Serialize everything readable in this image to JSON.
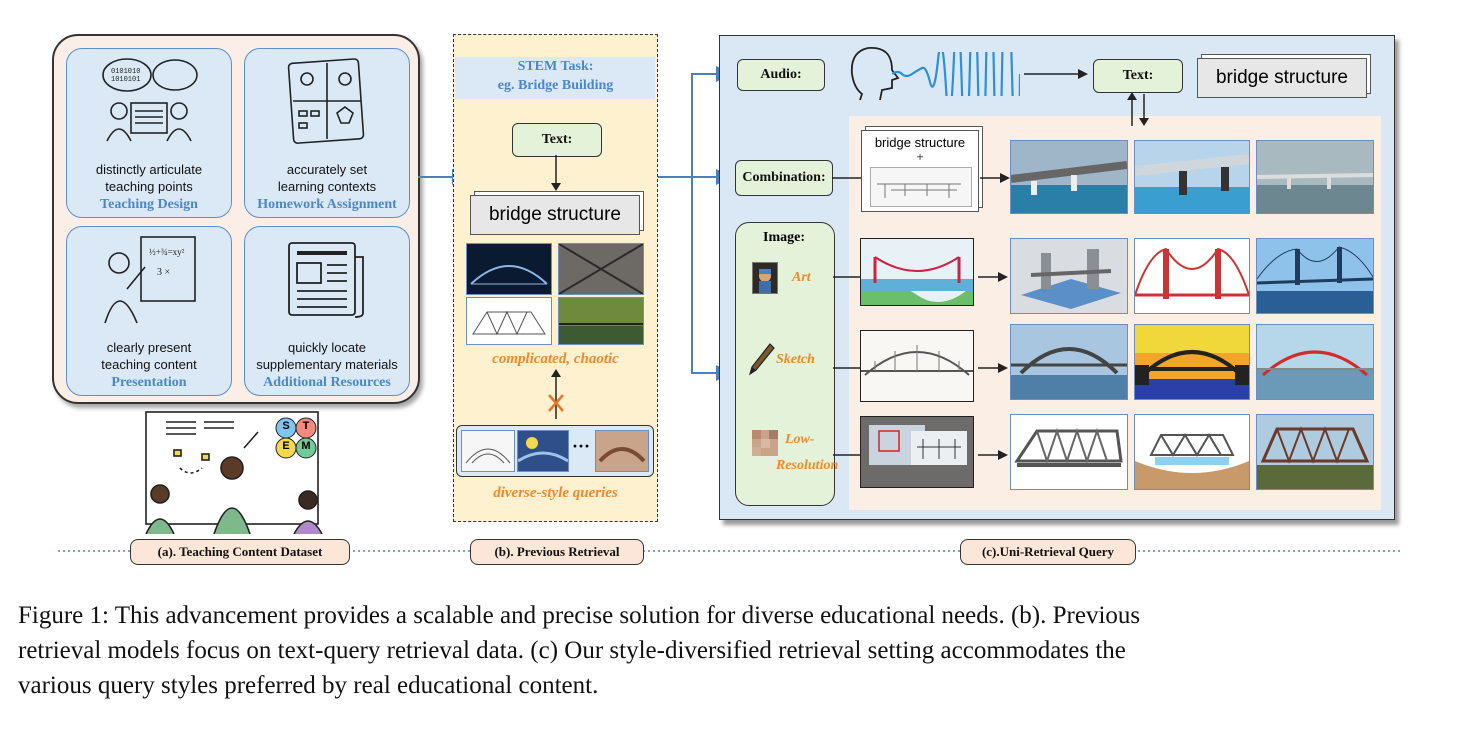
{
  "panel_a": {
    "cells": [
      {
        "desc": [
          "distinctly articulate",
          "teaching points"
        ],
        "title": "Teaching Design"
      },
      {
        "desc": [
          "accurately set",
          "learning contexts"
        ],
        "title": "Homework Assignment"
      },
      {
        "desc": [
          "clearly present",
          "teaching content"
        ],
        "title": "Presentation"
      },
      {
        "desc": [
          "quickly locate",
          "supplementary materials"
        ],
        "title": "Additional Resources"
      }
    ],
    "stem_letters": [
      "S",
      "T",
      "E",
      "M"
    ],
    "colors": {
      "S": "#7ec6ef",
      "T": "#f28a80",
      "E": "#f4d94f",
      "M": "#74c89a"
    }
  },
  "panel_b": {
    "stem_title": "STEM Task:",
    "stem_sub": "eg. Bridge Building",
    "text_label": "Text:",
    "query_text": "bridge structure",
    "complicated": "complicated, chaotic",
    "dots": "···",
    "diverse": "diverse-style queries"
  },
  "panel_c": {
    "audio_label": "Audio:",
    "text_label": "Text:",
    "query_text": "bridge structure",
    "combination_label": "Combination:",
    "combo_text": "bridge structure",
    "combo_plus": "+",
    "image_label": "Image:",
    "art_label": "Art",
    "sketch_label": "Sketch",
    "lowres_label_1": "Low-",
    "lowres_label_2": "Resolution"
  },
  "section_labels": {
    "a": "(a). Teaching Content Dataset",
    "b": "(b). Previous Retrieval",
    "c": "(c).Uni-Retrieval Query"
  },
  "caption": {
    "line1": "Figure 1: This advancement provides a scalable and precise solution for diverse educational needs. (b). Previous",
    "line2": "retrieval models focus on text-query retrieval data. (c) Our style-diversified retrieval setting accommodates the",
    "line3": "various query styles preferred by real educational content."
  }
}
